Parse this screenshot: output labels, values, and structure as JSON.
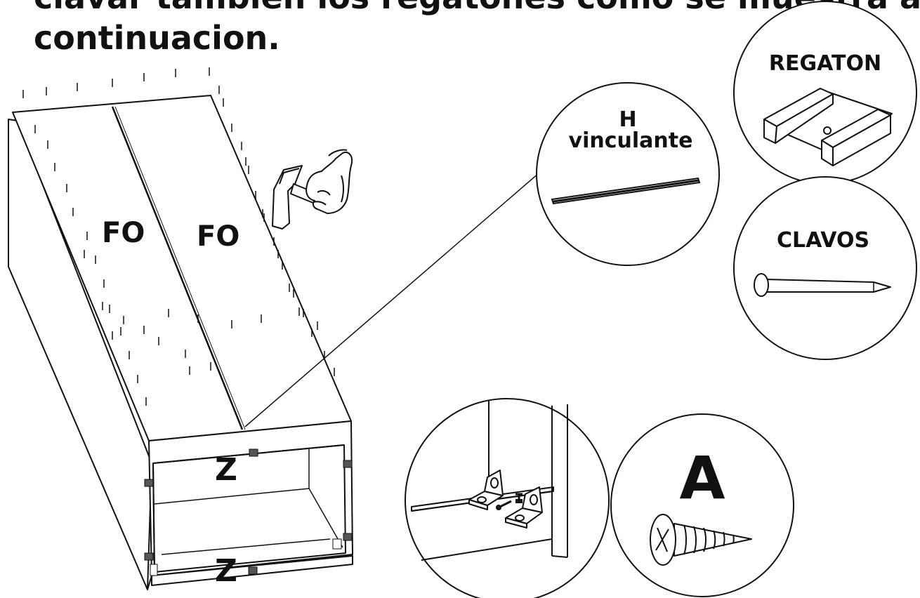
{
  "instruction": {
    "line1": "clavar tambien los regatones como se muestra a",
    "line2": "continuacion."
  },
  "panel_labels": {
    "left": "FO",
    "right": "FO",
    "top_rail": "Z",
    "bottom_rail": "Z"
  },
  "callouts": {
    "h_vinculante": {
      "line1": "H",
      "line2": "vinculante"
    },
    "regaton": "REGATON",
    "clavos": "CLAVOS",
    "screw": "A"
  }
}
